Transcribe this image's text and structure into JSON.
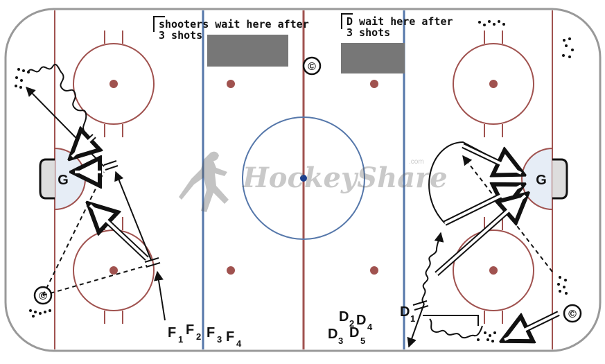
{
  "notes": {
    "shooters_wait": "shooters wait here after\n3 shots",
    "d_wait": "D wait here after\n3 shots"
  },
  "watermark": {
    "text": "HockeyShare",
    "sup": ".com"
  },
  "goalies": {
    "left": "G",
    "right": "G"
  },
  "coach_symbol": "©",
  "forwards": [
    {
      "letter": "F",
      "sub": "1"
    },
    {
      "letter": "F",
      "sub": "2"
    },
    {
      "letter": "F",
      "sub": "3"
    },
    {
      "letter": "F",
      "sub": "4"
    }
  ],
  "defense": [
    {
      "letter": "D",
      "sub": "2"
    },
    {
      "letter": "D",
      "sub": "4"
    },
    {
      "letter": "D",
      "sub": "3"
    },
    {
      "letter": "D",
      "sub": "5"
    },
    {
      "letter": "D",
      "sub": "1"
    }
  ],
  "colors": {
    "red_line": "#a0524f",
    "blue_line": "#5577aa",
    "ice": "#ffffff",
    "board": "#999999",
    "bench": "#777777",
    "crease": "#e6edf6",
    "arrow": "#111111"
  }
}
